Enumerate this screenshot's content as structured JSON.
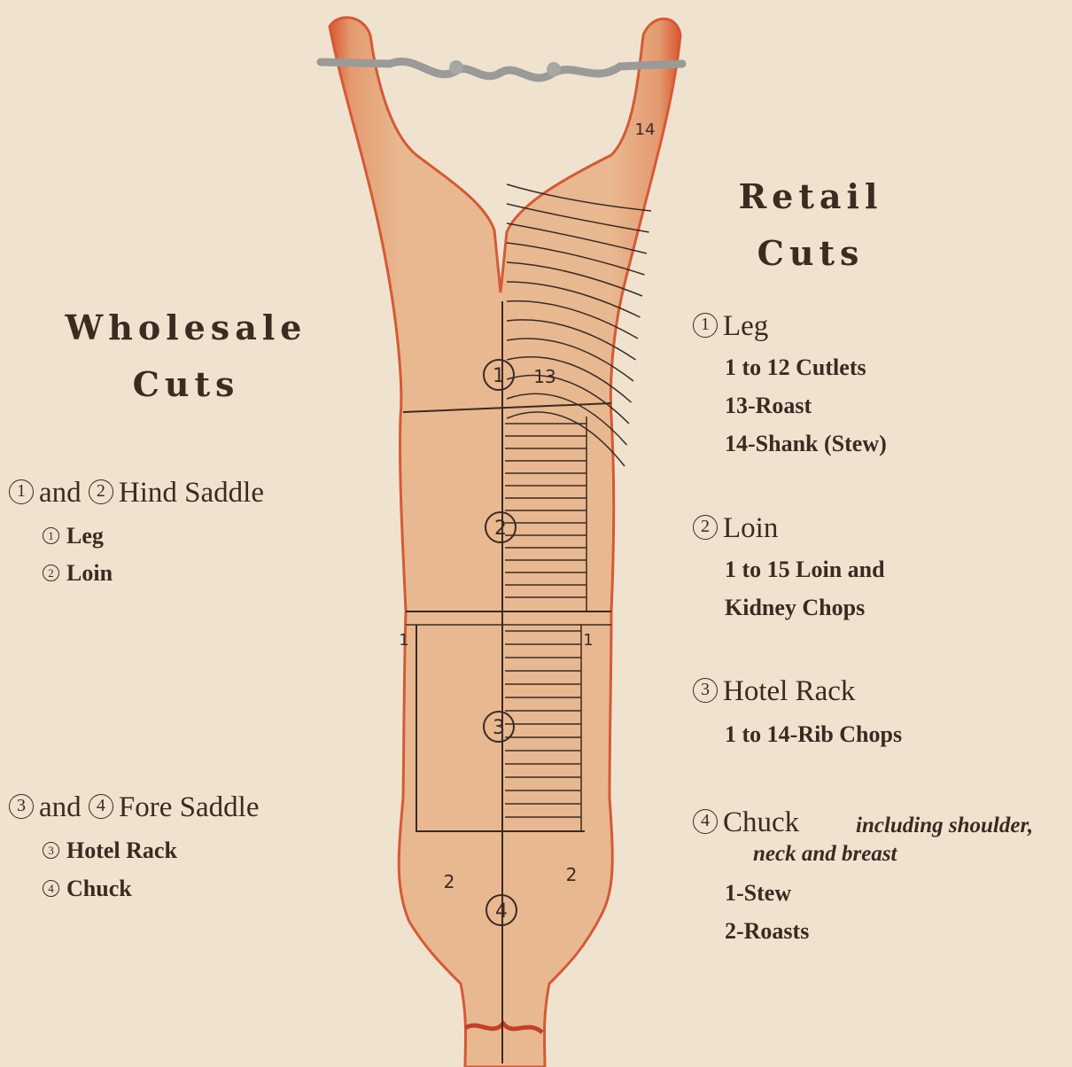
{
  "wholesale": {
    "title_line1": "Wholesale",
    "title_line2": "Cuts",
    "hind": {
      "n1": "1",
      "and": "and",
      "n2": "2",
      "label": "Hind Saddle",
      "items": [
        {
          "n": "1",
          "label": "Leg"
        },
        {
          "n": "2",
          "label": "Loin"
        }
      ]
    },
    "fore": {
      "n1": "3",
      "and": "and",
      "n2": "4",
      "label": "Fore Saddle",
      "items": [
        {
          "n": "3",
          "label": "Hotel Rack"
        },
        {
          "n": "4",
          "label": "Chuck"
        }
      ]
    }
  },
  "retail": {
    "title_line1": "Retail",
    "title_line2": "Cuts",
    "leg": {
      "n": "1",
      "label": "Leg",
      "lines": [
        "1 to 12 Cutlets",
        "13-Roast",
        "14-Shank (Stew)"
      ]
    },
    "loin": {
      "n": "2",
      "label": "Loin",
      "lines": [
        "1 to 15 Loin and",
        "Kidney Chops"
      ]
    },
    "rack": {
      "n": "3",
      "label": "Hotel Rack",
      "lines": [
        "1 to 14-Rib Chops"
      ]
    },
    "chuck": {
      "n": "4",
      "label": "Chuck",
      "note1": "including shoulder,",
      "note2": "neck and breast",
      "lines": [
        "1-Stew",
        "2-Roasts"
      ]
    }
  },
  "diagram": {
    "section_numbers": [
      "1",
      "2",
      "3",
      "4"
    ],
    "leg_roast": "13",
    "shank": "14",
    "rack_side": "1",
    "chuck_side": "2",
    "colors": {
      "meat": "#e7b488",
      "fat_edge": "#d9562f",
      "ink": "#3a2a22",
      "hook": "#a7a7a3"
    }
  }
}
